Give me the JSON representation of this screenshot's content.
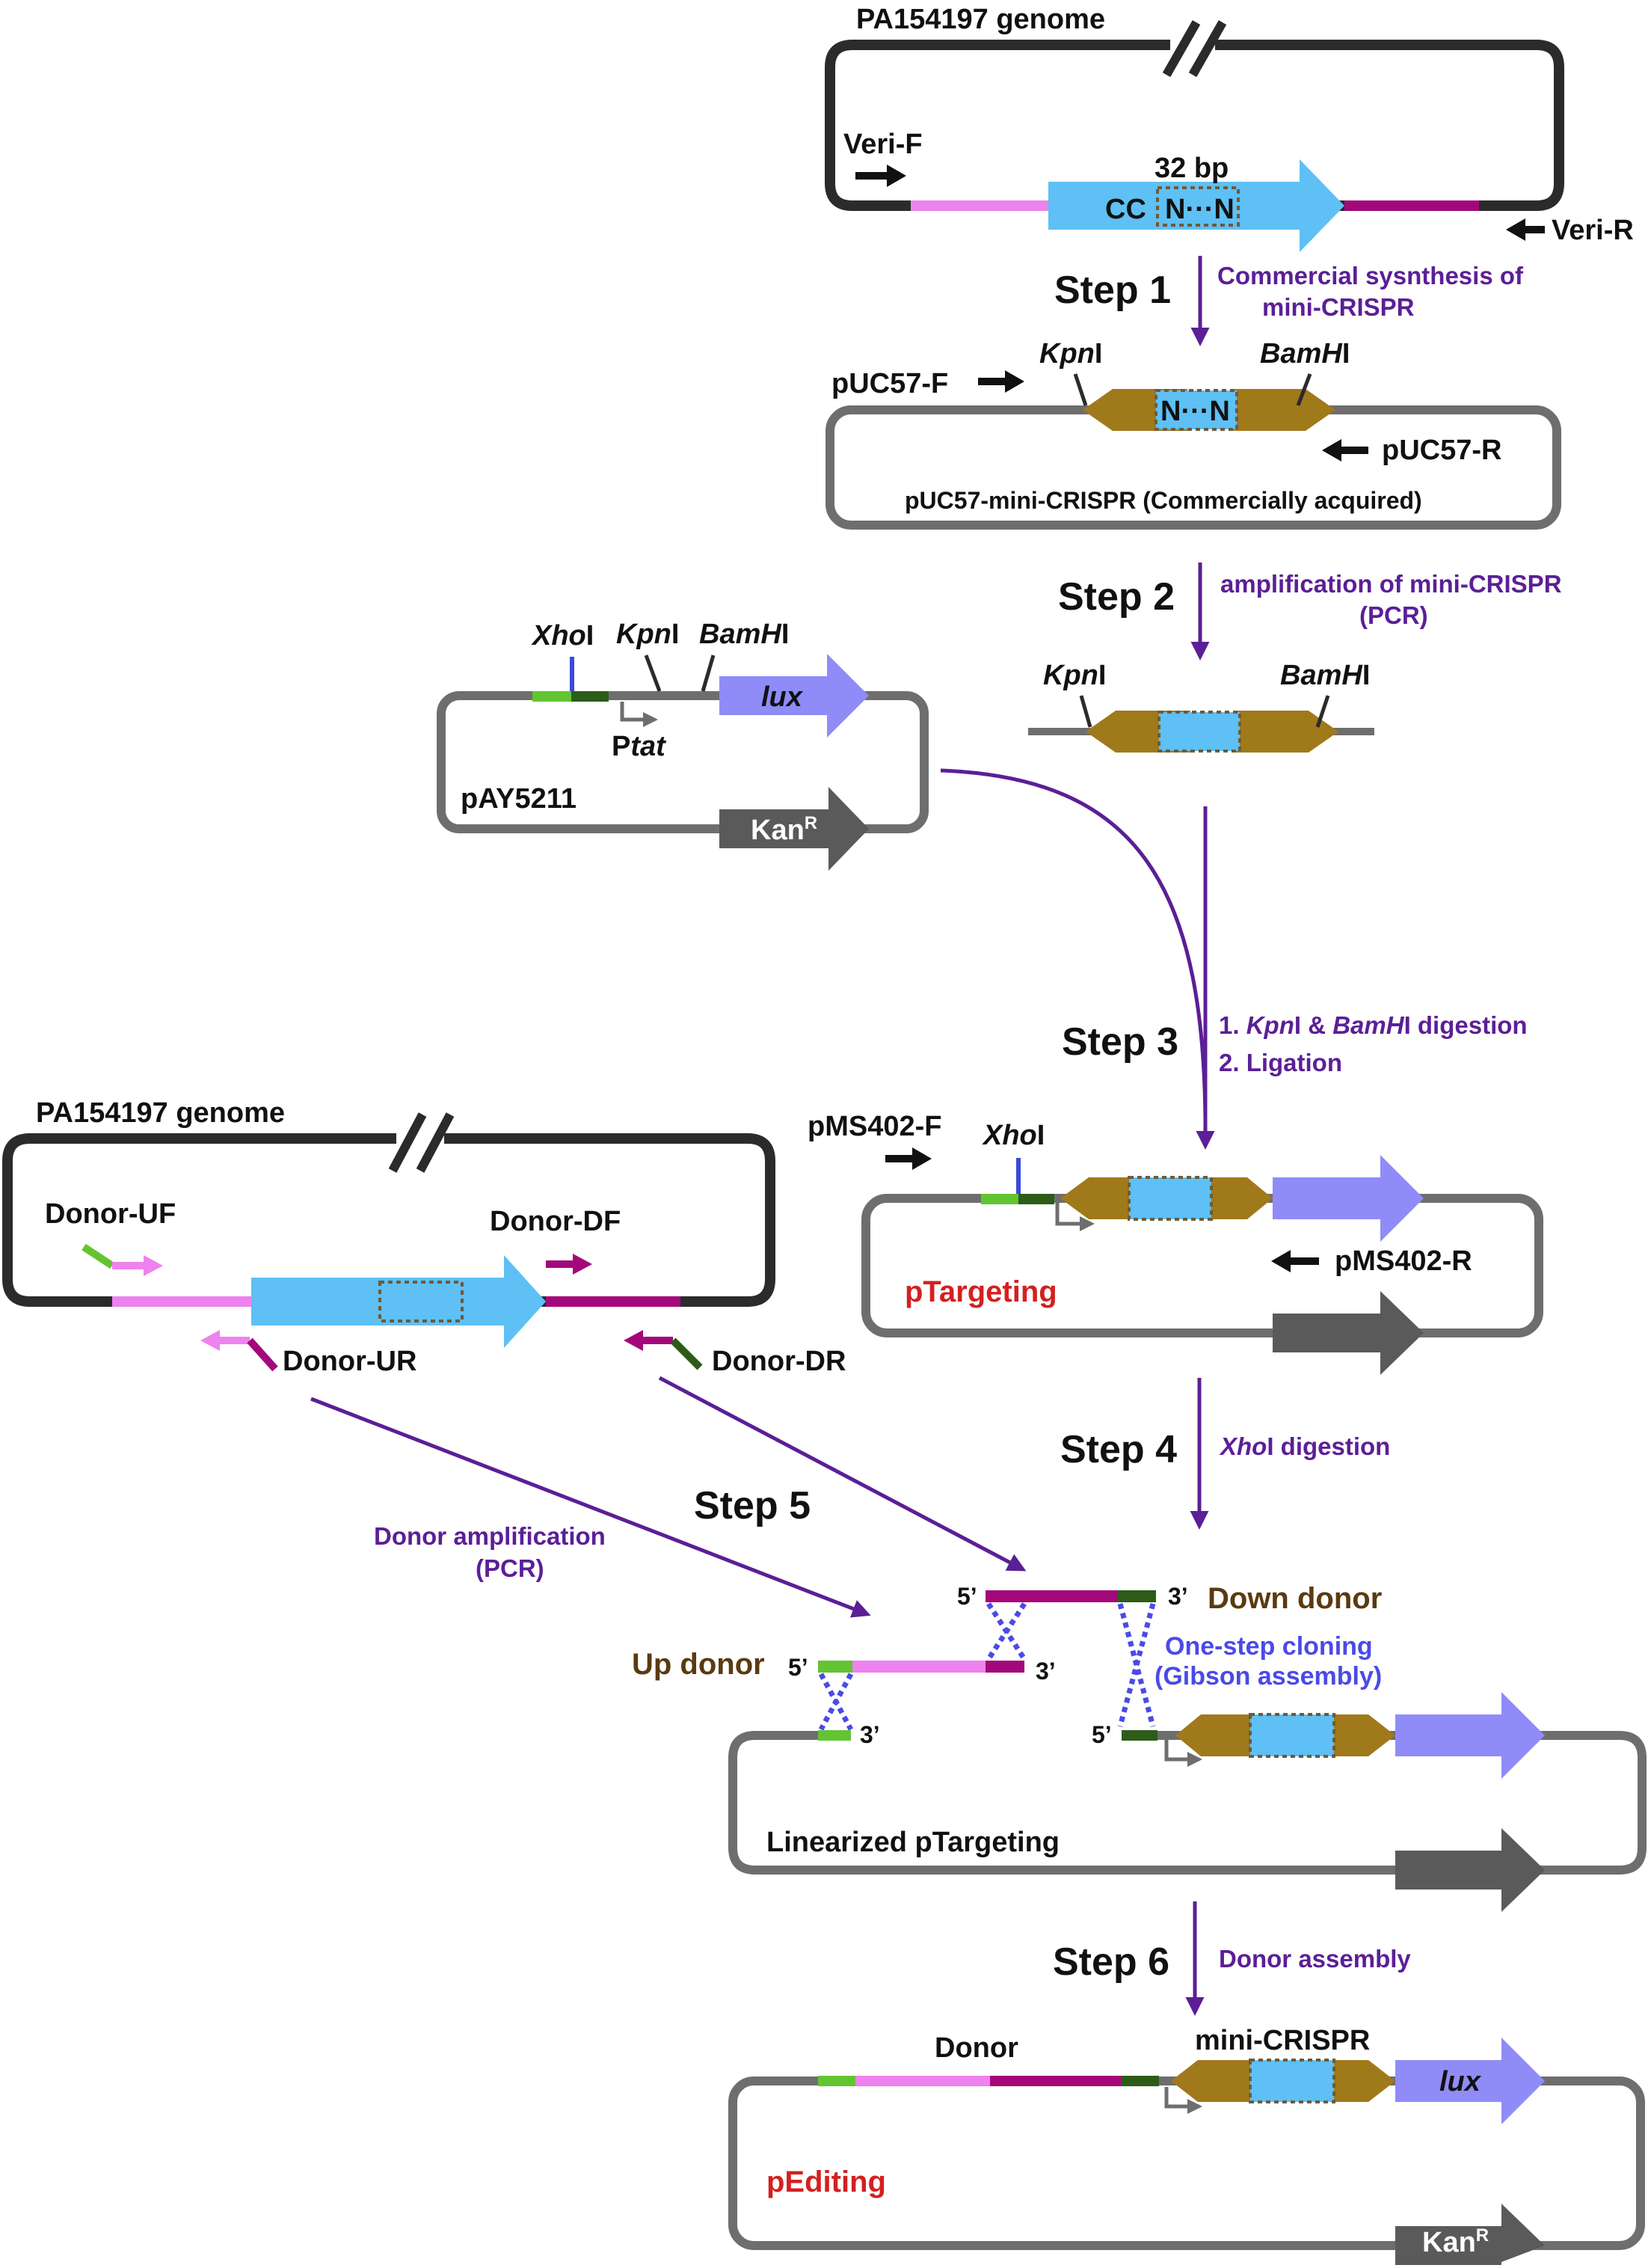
{
  "colors": {
    "pink": "#ee82ee",
    "magenta": "#a3087a",
    "cyan": "#5ec0f4",
    "olive": "#a0791b",
    "lightgreen": "#63c432",
    "darkgreen": "#2d5c18",
    "lux_purple": "#8f8cf7",
    "gray": "#6e6e6e",
    "darkgray": "#5a5a5a",
    "purple": "#5b1f96",
    "red": "#d42020",
    "brown": "#5a3a10",
    "blue_text": "#4a4ae8",
    "line_black": "#2b2b2b"
  },
  "icons": {
    "forward_primer": "right-arrow-icon",
    "reverse_primer": "left-arrow-icon",
    "promoter": "bent-arrow-icon",
    "genome_break": "double-slash-icon",
    "restriction_site": "tick-mark-icon"
  },
  "genome1": {
    "title": "PA154197 genome",
    "veri_f": "Veri-F",
    "veri_r": "Veri-R",
    "bp_label": "32 bp",
    "seq_label": "CC",
    "spacer_label": "N···N"
  },
  "step1": {
    "label": "Step 1",
    "desc_1": "Commercial sysnthesis of",
    "desc_2": "mini-CRISPR"
  },
  "puc57": {
    "kpn_italic": "Kpn",
    "kpn_suffix": "I",
    "bam_italic": "BamH",
    "bam_suffix": "I",
    "fwd_primer": "pUC57-F",
    "rev_primer": "pUC57-R",
    "spacer_label": "N···N",
    "name": "pUC57-mini-CRISPR (Commercially acquired)"
  },
  "step2": {
    "label": "Step 2",
    "desc_1": "amplification of mini-CRISPR",
    "desc_2": "(PCR)"
  },
  "pcr_product": {
    "kpn_italic": "Kpn",
    "kpn_suffix": "I",
    "bam_italic": "BamH",
    "bam_suffix": "I"
  },
  "pay5211": {
    "xho_italic": "Xho",
    "xho_suffix": "I",
    "kpn_italic": "Kpn",
    "kpn_suffix": "I",
    "bam_italic": "BamH",
    "bam_suffix": "I",
    "lux": "lux",
    "promoter_p": "P",
    "promoter_tat": "tat",
    "name": "pAY5211",
    "kan": "Kan",
    "kan_sup": "R"
  },
  "step3": {
    "label": "Step 3",
    "desc_1_prefix": "1. ",
    "desc_1_kpn": "Kpn",
    "desc_1_mid": "I & ",
    "desc_1_bam": "BamH",
    "desc_1_suffix": "I digestion",
    "desc_2": "2. Ligation"
  },
  "genome2": {
    "title": "PA154197 genome",
    "donor_uf": "Donor-UF",
    "donor_df": "Donor-DF",
    "donor_ur": "Donor-UR",
    "donor_dr": "Donor-DR"
  },
  "ptargeting": {
    "fwd_primer": "pMS402-F",
    "xho_italic": "Xho",
    "xho_suffix": "I",
    "rev_primer": "pMS402-R",
    "name": "pTargeting"
  },
  "step4": {
    "label": "Step 4",
    "desc_italic": "Xho",
    "desc_suffix": "I digestion"
  },
  "step5": {
    "label": "Step 5",
    "desc_1": "Donor amplification",
    "desc_2": "(PCR)"
  },
  "assembly": {
    "down_donor": "Down donor",
    "up_donor": "Up donor",
    "five_prime": "5’",
    "three_prime": "3’",
    "cloning_1": "One-step cloning",
    "cloning_2": "(Gibson assembly)",
    "linearized_name": "Linearized pTargeting"
  },
  "step6": {
    "label": "Step 6",
    "desc": "Donor assembly"
  },
  "pediting": {
    "donor_label": "Donor",
    "mini_crispr_label": "mini-CRISPR",
    "lux": "lux",
    "name": "pEditing",
    "kan": "Kan",
    "kan_sup": "R"
  }
}
